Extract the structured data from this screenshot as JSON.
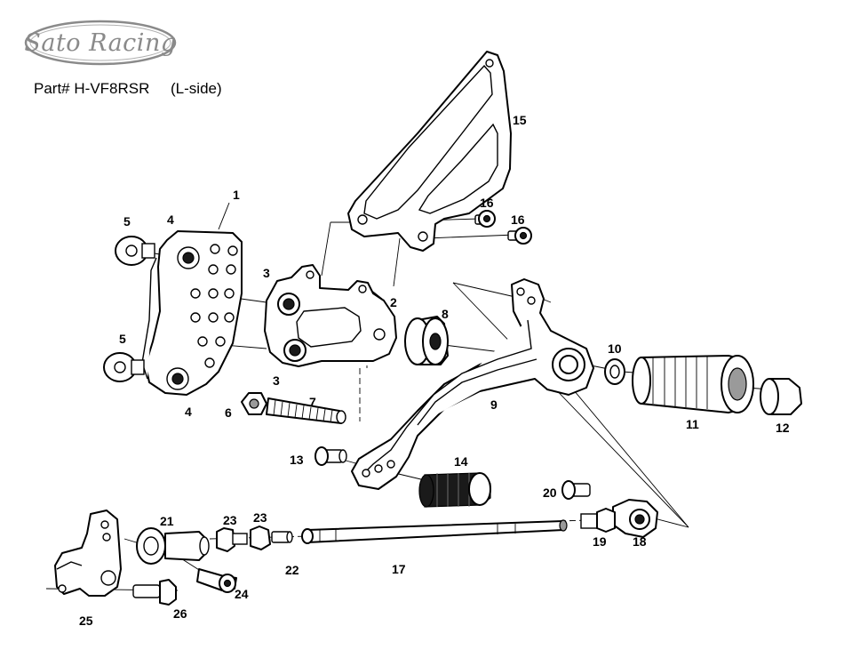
{
  "brand": {
    "logo_text": "Sato Racing"
  },
  "header": {
    "part_label": "Part#",
    "part_number": "H-VF8RSR",
    "side": "(L-side)"
  },
  "callouts": {
    "c1": "1",
    "c2": "2",
    "c3a": "3",
    "c3b": "3",
    "c4a": "4",
    "c4b": "4",
    "c5a": "5",
    "c5b": "5",
    "c6": "6",
    "c7": "7",
    "c8": "8",
    "c9": "9",
    "c10": "10",
    "c11": "11",
    "c12": "12",
    "c13": "13",
    "c14": "14",
    "c15": "15",
    "c16a": "16",
    "c16b": "16",
    "c17": "17",
    "c18": "18",
    "c19": "19",
    "c20": "20",
    "c21": "21",
    "c22": "22",
    "c23a": "23",
    "c23b": "23",
    "c24": "24",
    "c25": "25",
    "c26": "26"
  }
}
